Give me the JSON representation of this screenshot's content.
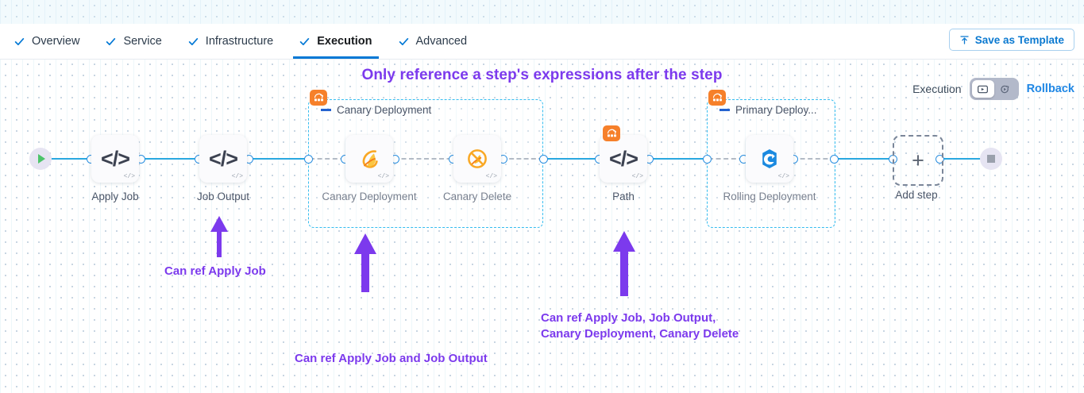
{
  "tabs": [
    {
      "label": "Overview",
      "active": false,
      "icon": "check-icon"
    },
    {
      "label": "Service",
      "active": false,
      "icon": "check-icon"
    },
    {
      "label": "Infrastructure",
      "active": false,
      "icon": "check-icon"
    },
    {
      "label": "Execution",
      "active": true,
      "icon": "check-icon"
    },
    {
      "label": "Advanced",
      "active": false,
      "icon": "check-icon"
    }
  ],
  "toolbar": {
    "save_template_label": "Save as Template",
    "save_template_icon": "upload-icon"
  },
  "headline": "Only reference a step's expressions after the step",
  "execution_control": {
    "label": "Execution",
    "rollback_label": "Rollback",
    "segments": [
      {
        "icon": "execution-play-rect-icon",
        "selected": true
      },
      {
        "icon": "rollback-play-circle-icon",
        "selected": false
      }
    ]
  },
  "pipeline": {
    "start_node": {
      "icon": "play-icon"
    },
    "end_node": {
      "icon": "stop-icon"
    },
    "nodes": [
      {
        "label": "Apply Job",
        "icon": "code-icon",
        "badge": "code-badge"
      },
      {
        "label": "Job Output",
        "icon": "code-icon",
        "badge": "code-badge"
      },
      {
        "label": "Canary Deployment",
        "icon": "canary-bird-icon",
        "badge": "code-badge"
      },
      {
        "label": "Canary Delete",
        "icon": "canary-delete-icon",
        "badge": "code-badge"
      },
      {
        "label": "Path",
        "icon": "code-icon",
        "badge": "code-badge"
      },
      {
        "label": "Rolling Deployment",
        "icon": "rolling-swirl-icon",
        "badge": "code-badge"
      }
    ],
    "groups": [
      {
        "title": "Canary Deployment",
        "icon": "step-group-icon"
      },
      {
        "title": "Primary Deploy...",
        "icon": "step-group-icon"
      }
    ],
    "add_step": {
      "label": "Add step",
      "icon": "plus-icon"
    }
  },
  "annotations": [
    {
      "text": "Can ref Apply Job"
    },
    {
      "text": "Can ref Apply Job and Job Output"
    },
    {
      "text": "Can ref Apply Job, Job Output,"
    },
    {
      "text": "Canary Deployment, Canary Delete"
    }
  ],
  "colors": {
    "accent_blue": "#0278d5",
    "annotation_purple": "#7c3aed",
    "edge_blue": "#29a8e0",
    "group_border": "#35bdf0",
    "badge_orange": "#f6802a"
  }
}
